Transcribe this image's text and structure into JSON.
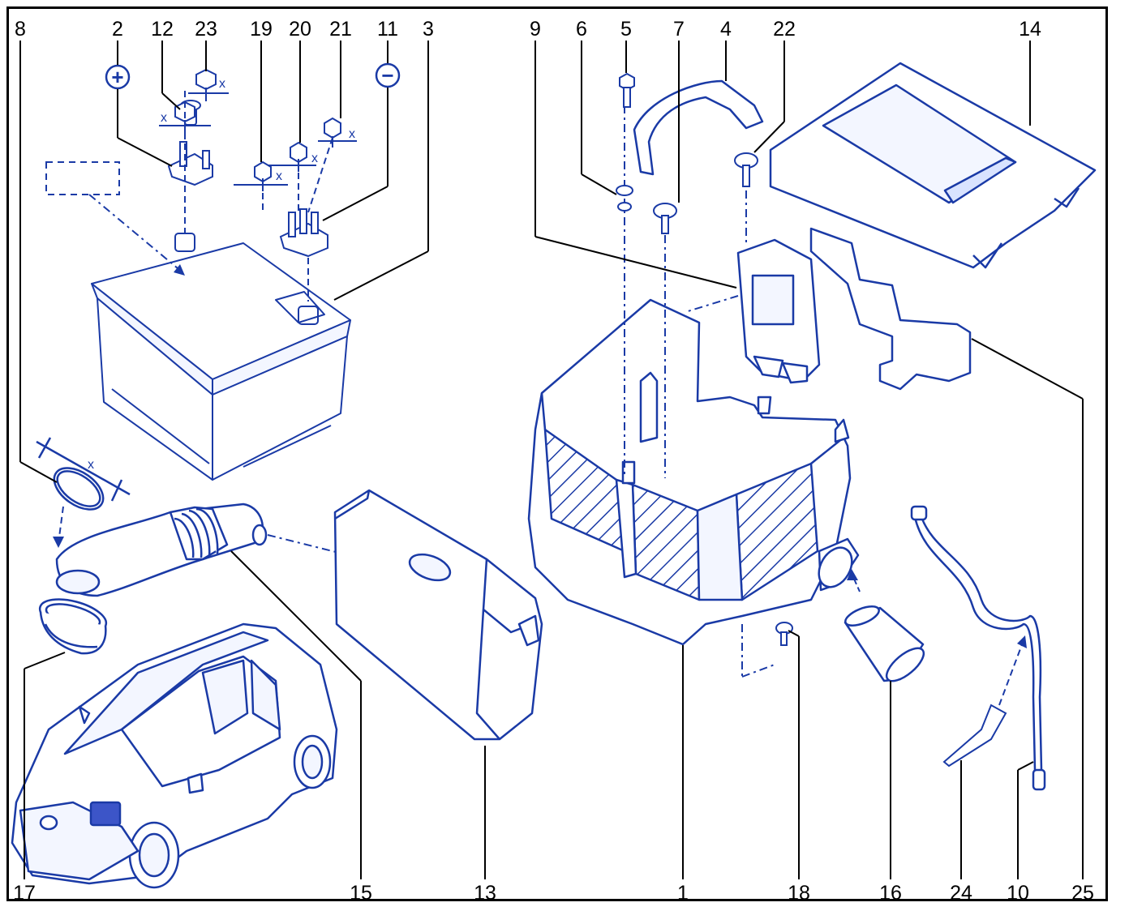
{
  "diagram": {
    "line_color": "#1a3aa6",
    "fill_color": "#e9efff",
    "hatch_color": "#1a3aa6",
    "top_labels": [
      "8",
      "2",
      "12",
      "23",
      "19",
      "20",
      "21",
      "11",
      "3",
      "9",
      "6",
      "5",
      "7",
      "4",
      "22",
      "14"
    ],
    "bottom_labels": [
      "17",
      "15",
      "13",
      "1",
      "18",
      "16",
      "24",
      "10",
      "25"
    ],
    "dimension_label": "x",
    "polarity": {
      "positive": "+",
      "negative": "−"
    },
    "parts": [
      {
        "ref": "1",
        "part": "battery-tray"
      },
      {
        "ref": "3",
        "part": "battery"
      },
      {
        "ref": "9",
        "part": "fuse-box"
      },
      {
        "ref": "13",
        "part": "heat-shield"
      },
      {
        "ref": "14",
        "part": "battery-cover"
      },
      {
        "ref": "15",
        "part": "air-duct"
      },
      {
        "ref": "16",
        "part": "air-inlet-sleeve"
      },
      {
        "ref": "10",
        "part": "vent-hose"
      },
      {
        "ref": "25",
        "part": "mounting-bracket"
      }
    ]
  }
}
